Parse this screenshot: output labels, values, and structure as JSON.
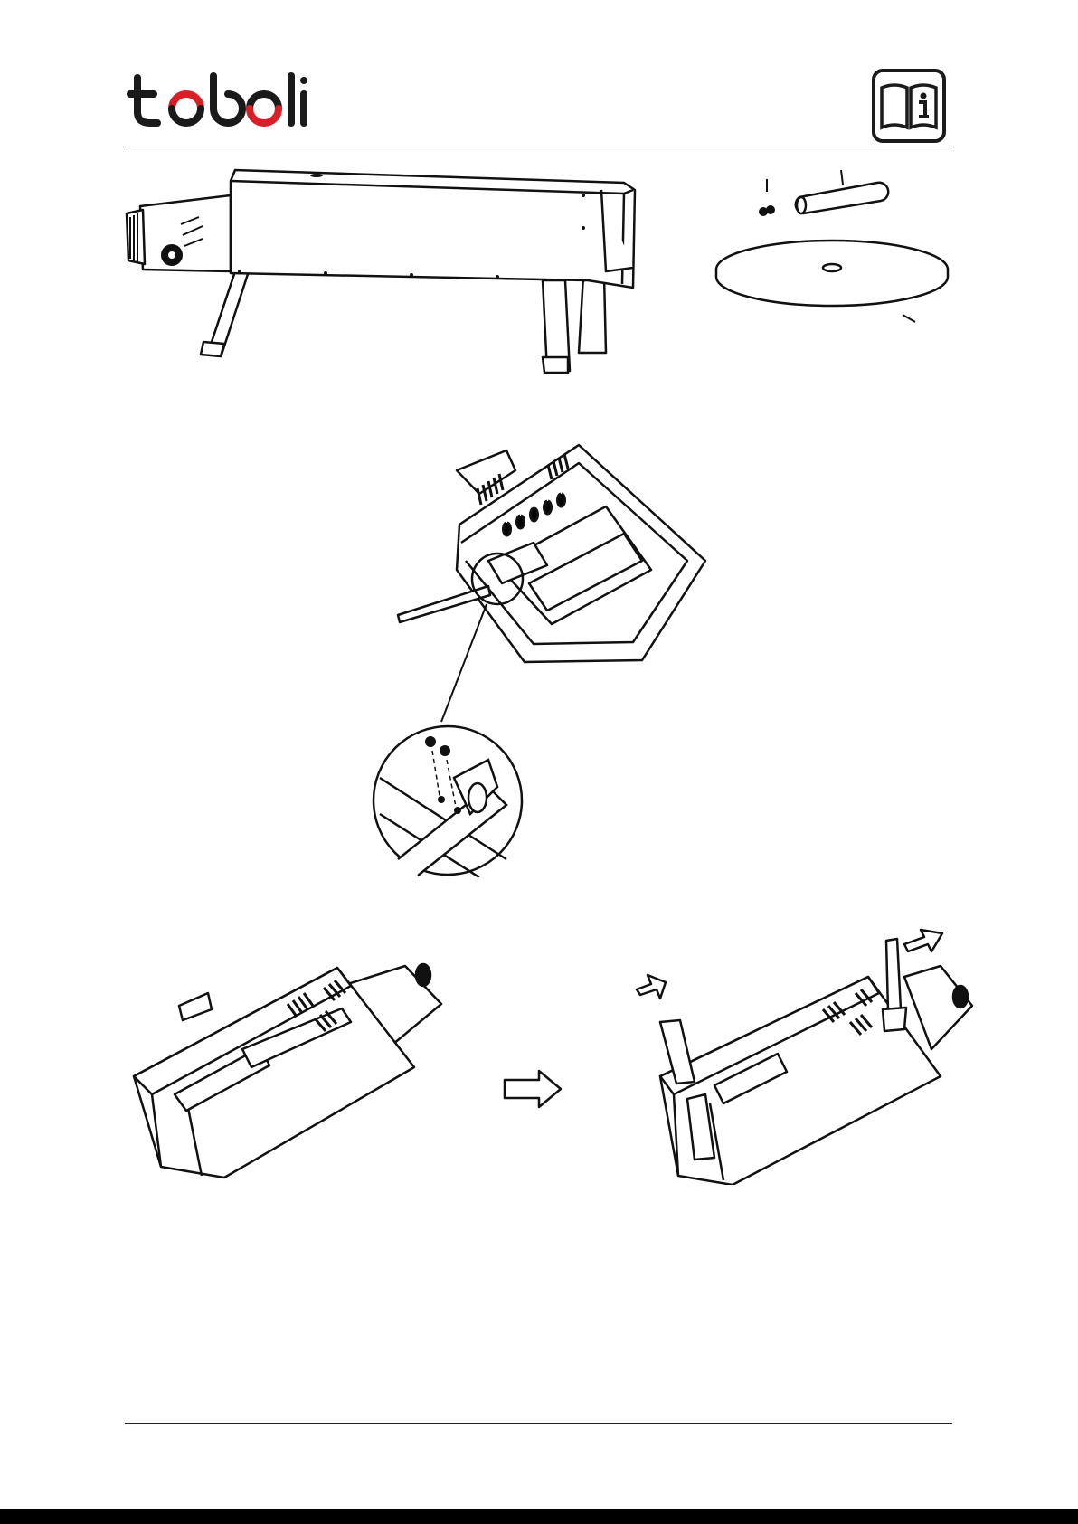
{
  "header": {
    "logo_text": "toboli",
    "brand_color": "#d81e27",
    "info_icon": "manual-info-icon"
  },
  "figures": {
    "oven": "oven-side-view",
    "parts": "handle-and-pizza-stone-parts",
    "bottom_view": "oven-bottom-view-with-detail",
    "legs_folded": "oven-legs-folded",
    "arrow": "right-arrow-icon",
    "legs_unfolded": "oven-legs-unfolded"
  }
}
